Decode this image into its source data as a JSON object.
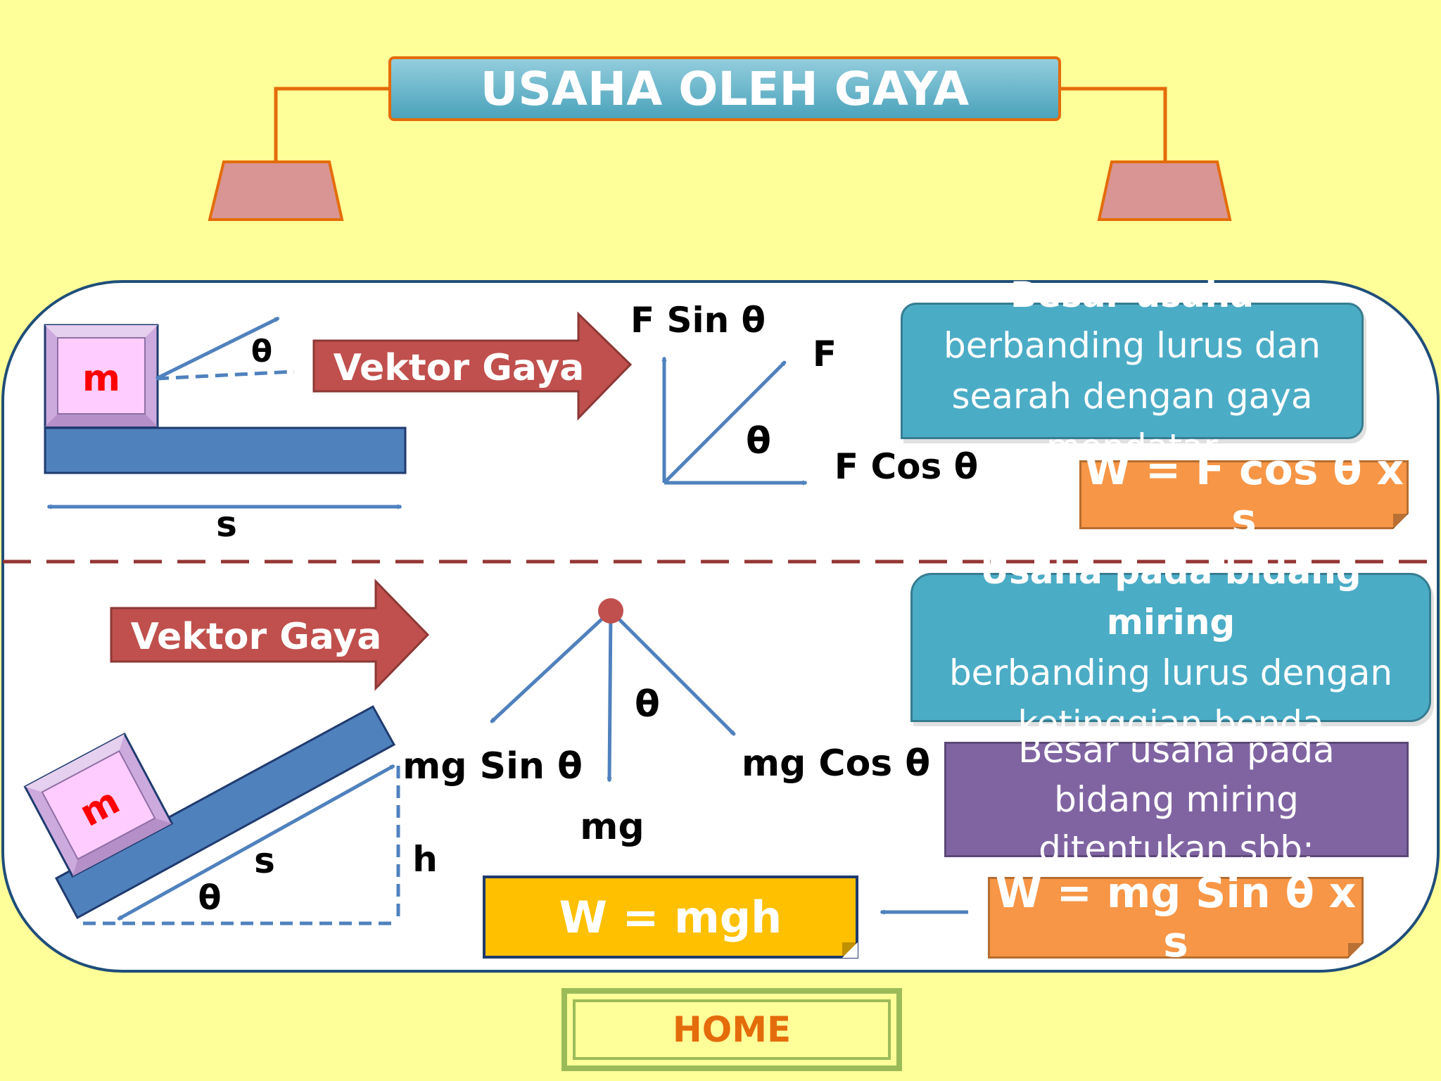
{
  "title": "USAHA OLEH GAYA",
  "top_section": {
    "block_mass_label": "m",
    "angle_label": "θ",
    "distance_label": "s",
    "arrow_label": "Vektor Gaya",
    "vector_labels": {
      "f_sin": "F Sin θ",
      "f": "F",
      "theta": "θ",
      "f_cos": "F Cos θ"
    },
    "info_bold": "Besar usaha",
    "info_text": " berbanding lurus dan searah dengan gaya mendatar",
    "formula": "W = F cos θ x s"
  },
  "bottom_section": {
    "arrow_label": "Vektor Gaya",
    "block_mass_label": "m",
    "distance_label": "s",
    "height_label": "h",
    "angle_label": "θ",
    "vector_labels": {
      "mg_sin": "mg Sin θ",
      "mg_cos": "mg Cos θ",
      "theta": "θ",
      "mg": "mg"
    },
    "info_bold": "Usaha pada bidang miring",
    "info_text": "berbanding lurus dengan ketinggian benda",
    "note": "Besar usaha pada bidang miring ditentukan sbb:",
    "formula_main": "W = mg Sin θ x s",
    "formula_result": "W = mgh"
  },
  "home_label": "HOME",
  "colors": {
    "background": "#ffff99",
    "panel": "#ffffff",
    "blue_bar": "#4f81bd",
    "red_arrow": "#c0504d",
    "teal": "#4bacc6",
    "orange": "#f79646",
    "purple": "#8064a2",
    "yellow": "#ffc000",
    "green": "#9bbb59",
    "block_pink": "#ffccff"
  }
}
